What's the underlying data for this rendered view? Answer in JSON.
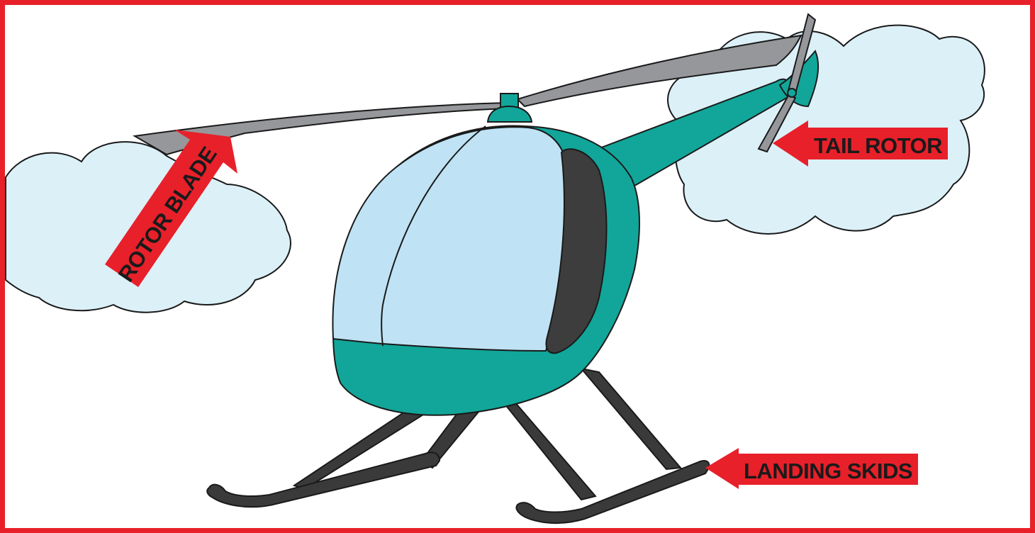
{
  "labels": {
    "rotor_blade": "ROTOR BLADE",
    "tail_rotor": "TAIL ROTOR",
    "landing_skids": "LANDING SKIDS"
  },
  "colors": {
    "frame": "#e8202a",
    "arrow": "#e8202a",
    "body": "#12a69a",
    "canopy": "#bfe3f5",
    "cloud": "#dcf0f8",
    "blade": "#96979b",
    "skids": "#3a3a3a",
    "outline": "#1a1a1a"
  }
}
